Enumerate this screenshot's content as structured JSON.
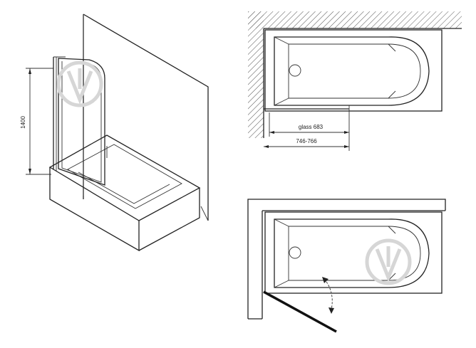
{
  "diagram": {
    "iso_view": {
      "height_dim_label": "1400"
    },
    "top_view_fixed": {
      "glass_dim_label": "glass 683",
      "overall_dim_label": "746-766"
    },
    "top_view_open": {}
  },
  "colors": {
    "line": "#222222",
    "hatch": "#555555",
    "watermark": "#d6d6d6",
    "background": "#ffffff"
  }
}
